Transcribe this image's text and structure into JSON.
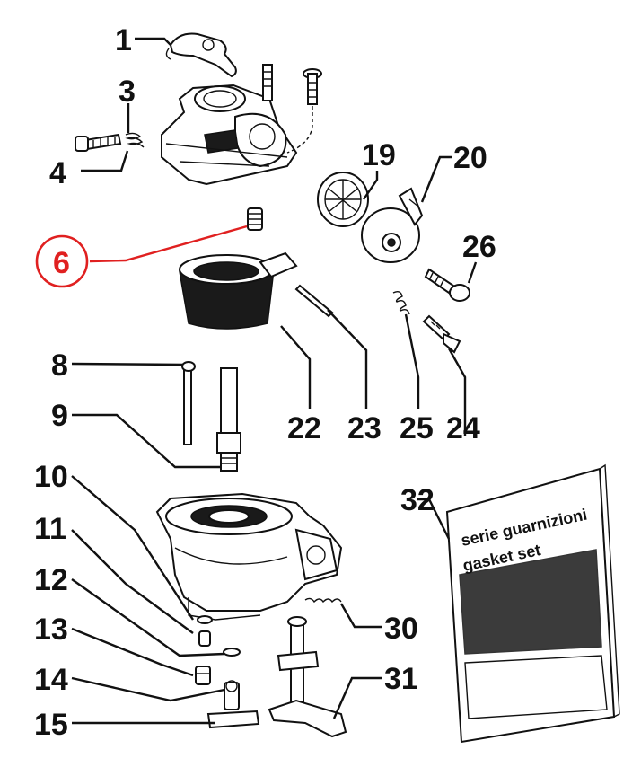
{
  "callouts": [
    {
      "id": "1",
      "label": "1"
    },
    {
      "id": "3",
      "label": "3"
    },
    {
      "id": "4",
      "label": "4"
    },
    {
      "id": "6",
      "label": "6"
    },
    {
      "id": "8",
      "label": "8"
    },
    {
      "id": "9",
      "label": "9"
    },
    {
      "id": "10",
      "label": "10"
    },
    {
      "id": "11",
      "label": "11"
    },
    {
      "id": "12",
      "label": "12"
    },
    {
      "id": "13",
      "label": "13"
    },
    {
      "id": "14",
      "label": "14"
    },
    {
      "id": "15",
      "label": "15"
    },
    {
      "id": "19",
      "label": "19"
    },
    {
      "id": "20",
      "label": "20"
    },
    {
      "id": "22",
      "label": "22"
    },
    {
      "id": "23",
      "label": "23"
    },
    {
      "id": "24",
      "label": "24"
    },
    {
      "id": "25",
      "label": "25"
    },
    {
      "id": "26",
      "label": "26"
    },
    {
      "id": "30",
      "label": "30"
    },
    {
      "id": "31",
      "label": "31"
    },
    {
      "id": "32",
      "label": "32"
    }
  ],
  "highlight": {
    "label": "6",
    "color": "#e02020"
  },
  "gasket_box": {
    "line1": "serie guarnizioni",
    "line2": "gasket set"
  }
}
